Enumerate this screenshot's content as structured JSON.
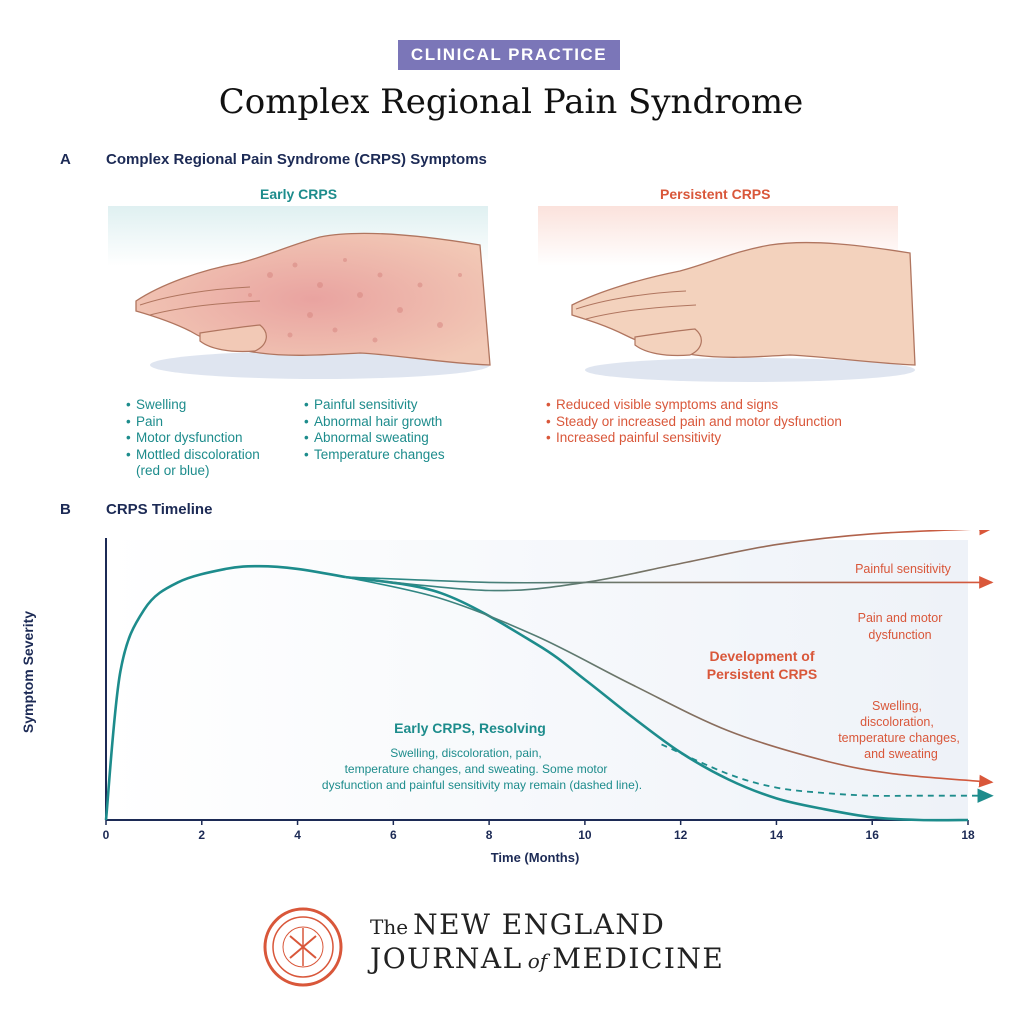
{
  "header": {
    "badge": "CLINICAL PRACTICE",
    "title": "Complex Regional Pain Syndrome"
  },
  "section_a": {
    "letter": "A",
    "title": "Complex Regional Pain Syndrome (CRPS) Symptoms",
    "early": {
      "heading": "Early CRPS",
      "col1": [
        "Swelling",
        "Pain",
        "Motor dysfunction",
        "Mottled discoloration",
        "(red or blue)"
      ],
      "col2": [
        "Painful sensitivity",
        "Abnormal hair growth",
        "Abnormal sweating",
        "Temperature changes"
      ]
    },
    "persistent": {
      "heading": "Persistent CRPS",
      "items": [
        "Reduced visible symptoms and signs",
        "Steady or increased pain and motor dysfunction",
        "Increased painful sensitivity"
      ]
    }
  },
  "section_b": {
    "letter": "B",
    "title": "CRPS Timeline"
  },
  "chart_data": {
    "type": "line",
    "xlabel": "Time (Months)",
    "ylabel": "Symptom Severity",
    "xlim": [
      0,
      18
    ],
    "x_ticks": [
      "0",
      "2",
      "4",
      "6",
      "8",
      "10",
      "12",
      "14",
      "16",
      "18"
    ],
    "y_ticks": [],
    "annotations": {
      "painful_sensitivity": "Painful sensitivity",
      "pain_motor_1": "Pain and motor",
      "pain_motor_2": "dysfunction",
      "dev_1": "Development of",
      "dev_2": "Persistent CRPS",
      "swelling_1": "Swelling,",
      "swelling_2": "discoloration,",
      "swelling_3": "temperature changes,",
      "swelling_4": "and sweating",
      "early_title": "Early CRPS, Resolving",
      "early_desc_1": "Swelling, discoloration, pain,",
      "early_desc_2": "temperature changes, and sweating. Some motor",
      "early_desc_3": "dysfunction and painful sensitivity may remain (dashed line)."
    },
    "series": [
      {
        "x": [
          0,
          0.3,
          0.8,
          1.5,
          2.5,
          3.2,
          4,
          5
        ],
        "y": [
          0,
          0.55,
          0.78,
          0.88,
          0.93,
          0.94,
          0.93,
          0.9
        ]
      },
      {
        "x": [
          5,
          7,
          9,
          10,
          11,
          12,
          13,
          14,
          15,
          16,
          17,
          18
        ],
        "y": [
          0.9,
          0.84,
          0.65,
          0.52,
          0.38,
          0.25,
          0.15,
          0.08,
          0.04,
          0.01,
          0,
          0
        ]
      },
      {
        "x": [
          11.6,
          13,
          14,
          15,
          16,
          17,
          18.5
        ],
        "y": [
          0.28,
          0.17,
          0.12,
          0.1,
          0.09,
          0.09,
          0.09
        ]
      },
      {
        "x": [
          5,
          8,
          10,
          12,
          14,
          16,
          18.5
        ],
        "y": [
          0.9,
          0.85,
          0.88,
          0.95,
          1.02,
          1.06,
          1.08
        ]
      },
      {
        "x": [
          5,
          8,
          10,
          12,
          14,
          16,
          18.5
        ],
        "y": [
          0.9,
          0.88,
          0.88,
          0.88,
          0.88,
          0.88,
          0.88
        ]
      },
      {
        "x": [
          5,
          7,
          9,
          11,
          13,
          15,
          16.5,
          18.5
        ],
        "y": [
          0.9,
          0.82,
          0.68,
          0.5,
          0.33,
          0.22,
          0.17,
          0.14
        ]
      }
    ]
  },
  "footer": {
    "logo_line1_the": "The",
    "logo_line1_rest": "NEW ENGLAND",
    "logo_line2_a": "JOURNAL",
    "logo_line2_of": "of",
    "logo_line2_b": "MEDICINE"
  },
  "colors": {
    "teal": "#1d8c8c",
    "coral": "#d9573a",
    "navy": "#1c2a55",
    "badge": "#7b76b8"
  }
}
